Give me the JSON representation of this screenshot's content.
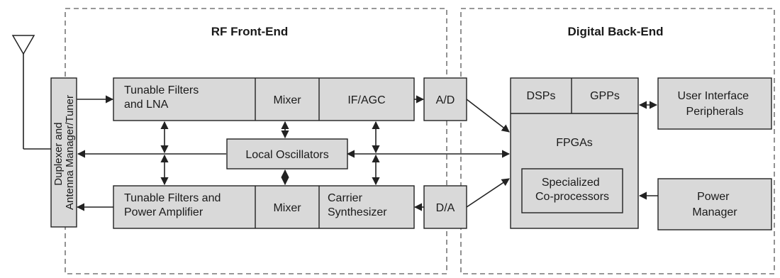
{
  "regions": {
    "rf": {
      "title": "RF Front-End"
    },
    "digital": {
      "title": "Digital Back-End"
    }
  },
  "blocks": {
    "duplexer": {
      "lines": [
        "Duplexer and",
        "Antenna Manager/Tuner"
      ]
    },
    "rx_filters": {
      "lines": [
        "Tunable Filters",
        "and LNA"
      ]
    },
    "rx_mixer": {
      "lines": [
        "Mixer"
      ]
    },
    "if_agc": {
      "lines": [
        "IF/AGC"
      ]
    },
    "ad": {
      "lines": [
        "A/D"
      ]
    },
    "local_osc": {
      "lines": [
        "Local Oscillators"
      ]
    },
    "tx_filters": {
      "lines": [
        "Tunable Filters and",
        "Power Amplifier"
      ]
    },
    "tx_mixer": {
      "lines": [
        "Mixer"
      ]
    },
    "carrier": {
      "lines": [
        "Carrier",
        "Synthesizer"
      ]
    },
    "da": {
      "lines": [
        "D/A"
      ]
    },
    "dsps": {
      "lines": [
        "DSPs"
      ]
    },
    "gpps": {
      "lines": [
        "GPPs"
      ]
    },
    "fpgas": {
      "lines": [
        "FPGAs"
      ]
    },
    "coproc": {
      "lines": [
        "Specialized",
        "Co-processors"
      ]
    },
    "ui": {
      "lines": [
        "User Interface",
        "Peripherals"
      ]
    },
    "power": {
      "lines": [
        "Power",
        "Manager"
      ]
    }
  },
  "icons": {
    "antenna": "antenna-icon"
  }
}
